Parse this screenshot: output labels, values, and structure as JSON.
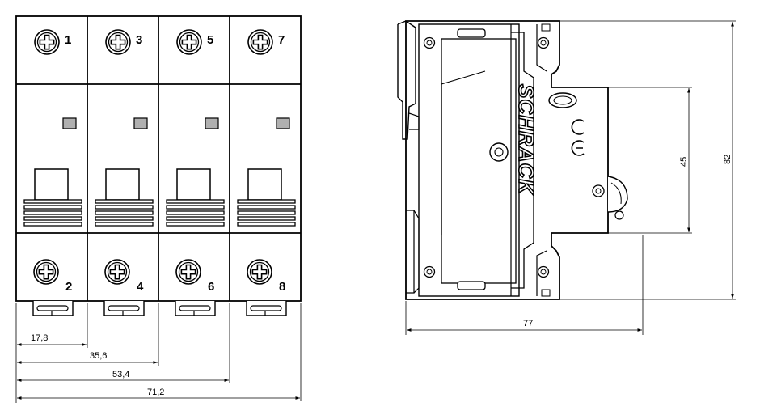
{
  "front_view": {
    "poles": [
      {
        "top_terminal": "1",
        "bottom_terminal": "2"
      },
      {
        "top_terminal": "3",
        "bottom_terminal": "4"
      },
      {
        "top_terminal": "5",
        "bottom_terminal": "6"
      },
      {
        "top_terminal": "7",
        "bottom_terminal": "8"
      }
    ],
    "width_dims": [
      "17,8",
      "35,6",
      "53,4",
      "71,2"
    ]
  },
  "side_view": {
    "brand_text": "SCHRACK",
    "height_dim": "82",
    "inner_height_dim": "45",
    "depth_dim": "77"
  }
}
